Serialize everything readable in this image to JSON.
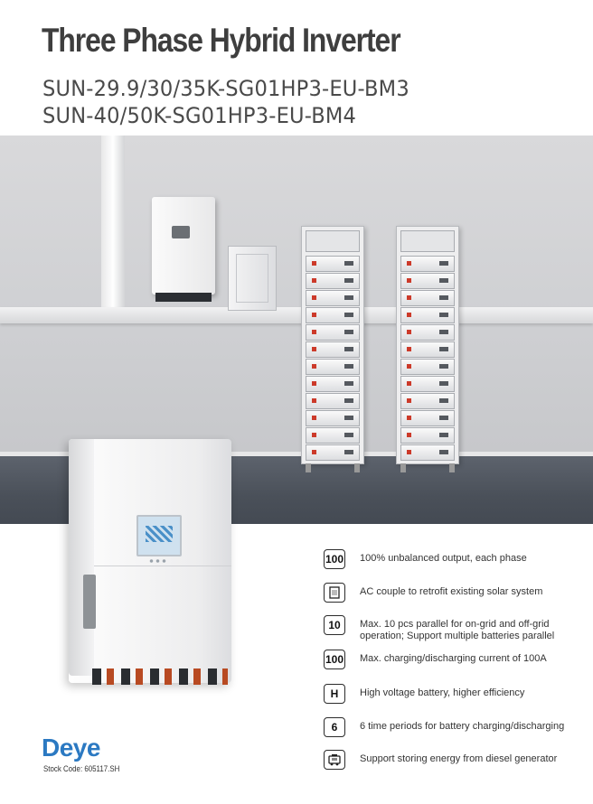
{
  "header": {
    "title": "Three Phase Hybrid Inverter",
    "model_line_1": "SUN-29.9/30/35K-SG01HP3-EU-BM3",
    "model_line_2": "SUN-40/50K-SG01HP3-EU-BM4"
  },
  "features": [
    {
      "icon": "100",
      "icon_name": "unbalanced-output-icon",
      "text": "100% unbalanced output, each phase"
    },
    {
      "icon": "",
      "icon_name": "ac-couple-icon",
      "text": "AC couple to retrofit existing solar system"
    },
    {
      "icon": "10",
      "icon_name": "parallel-icon",
      "text": "Max. 10 pcs parallel for on-grid and off-grid operation; Support multiple batteries parallel"
    },
    {
      "icon": "100",
      "icon_name": "charging-current-icon",
      "text": "Max. charging/discharging current of 100A"
    },
    {
      "icon": "H",
      "icon_name": "high-voltage-icon",
      "text": "High voltage battery, higher efficiency"
    },
    {
      "icon": "6",
      "icon_name": "time-periods-icon",
      "text": "6 time periods for battery charging/discharging"
    },
    {
      "icon": "",
      "icon_name": "diesel-generator-icon",
      "text": "Support storing energy from diesel generator"
    }
  ],
  "brand": {
    "logo": "Deye",
    "stock_code": "Stock Code: 605117.SH",
    "color": "#2b79c2"
  }
}
